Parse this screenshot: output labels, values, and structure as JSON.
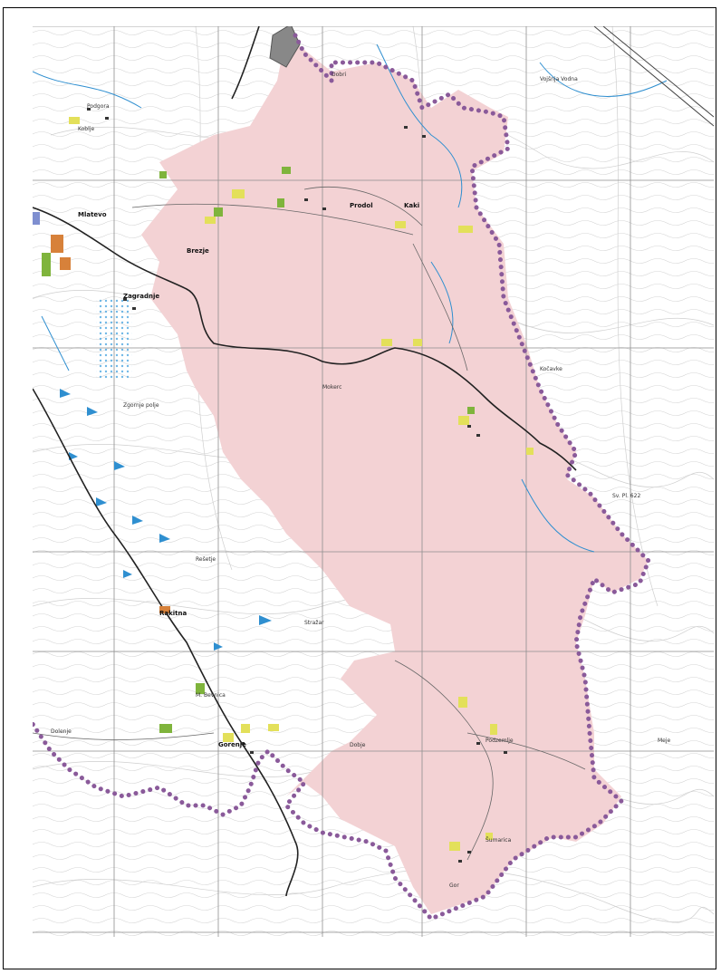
{
  "map": {
    "colors": {
      "area_fill": "#f3d2d4",
      "boundary": "#8a5a9a",
      "river": "#2f8fd0",
      "road": "#222222",
      "grid": "#8e8e8e",
      "contour": "#cfcfcf",
      "building_yellow": "#e3e05a",
      "building_green": "#7fb43c",
      "building_orange": "#d7813a"
    },
    "labels": [
      {
        "text": "Mlatevo",
        "kind": "vil"
      },
      {
        "text": "Kaki",
        "kind": "vil"
      },
      {
        "text": "Prodol",
        "kind": "vil"
      },
      {
        "text": "Brezje",
        "kind": "vil"
      },
      {
        "text": "Zagradnje",
        "kind": "vil"
      },
      {
        "text": "Podgora",
        "kind": "lbl"
      },
      {
        "text": "Koblje",
        "kind": "lbl"
      },
      {
        "text": "Vojšnja Vodna",
        "kind": "lbl"
      },
      {
        "text": "Dobri",
        "kind": "lbl"
      },
      {
        "text": "Zgornje polje",
        "kind": "lbl"
      },
      {
        "text": "Mokerc",
        "kind": "lbl"
      },
      {
        "text": "Kočavke",
        "kind": "lbl"
      },
      {
        "text": "Rakitna",
        "kind": "vil"
      },
      {
        "text": "M. Bevnica",
        "kind": "lbl"
      },
      {
        "text": "Gorenje",
        "kind": "vil"
      },
      {
        "text": "Dolenje",
        "kind": "lbl"
      },
      {
        "text": "Dobje",
        "kind": "lbl"
      },
      {
        "text": "Šumarica",
        "kind": "lbl"
      },
      {
        "text": "Gor",
        "kind": "lbl"
      },
      {
        "text": "Podzemlje",
        "kind": "lbl"
      },
      {
        "text": "Rešetje",
        "kind": "lbl"
      },
      {
        "text": "Sv. Pl. 622",
        "kind": "lbl"
      },
      {
        "text": "Meje",
        "kind": "lbl"
      },
      {
        "text": "Stražar",
        "kind": "lbl"
      }
    ]
  }
}
